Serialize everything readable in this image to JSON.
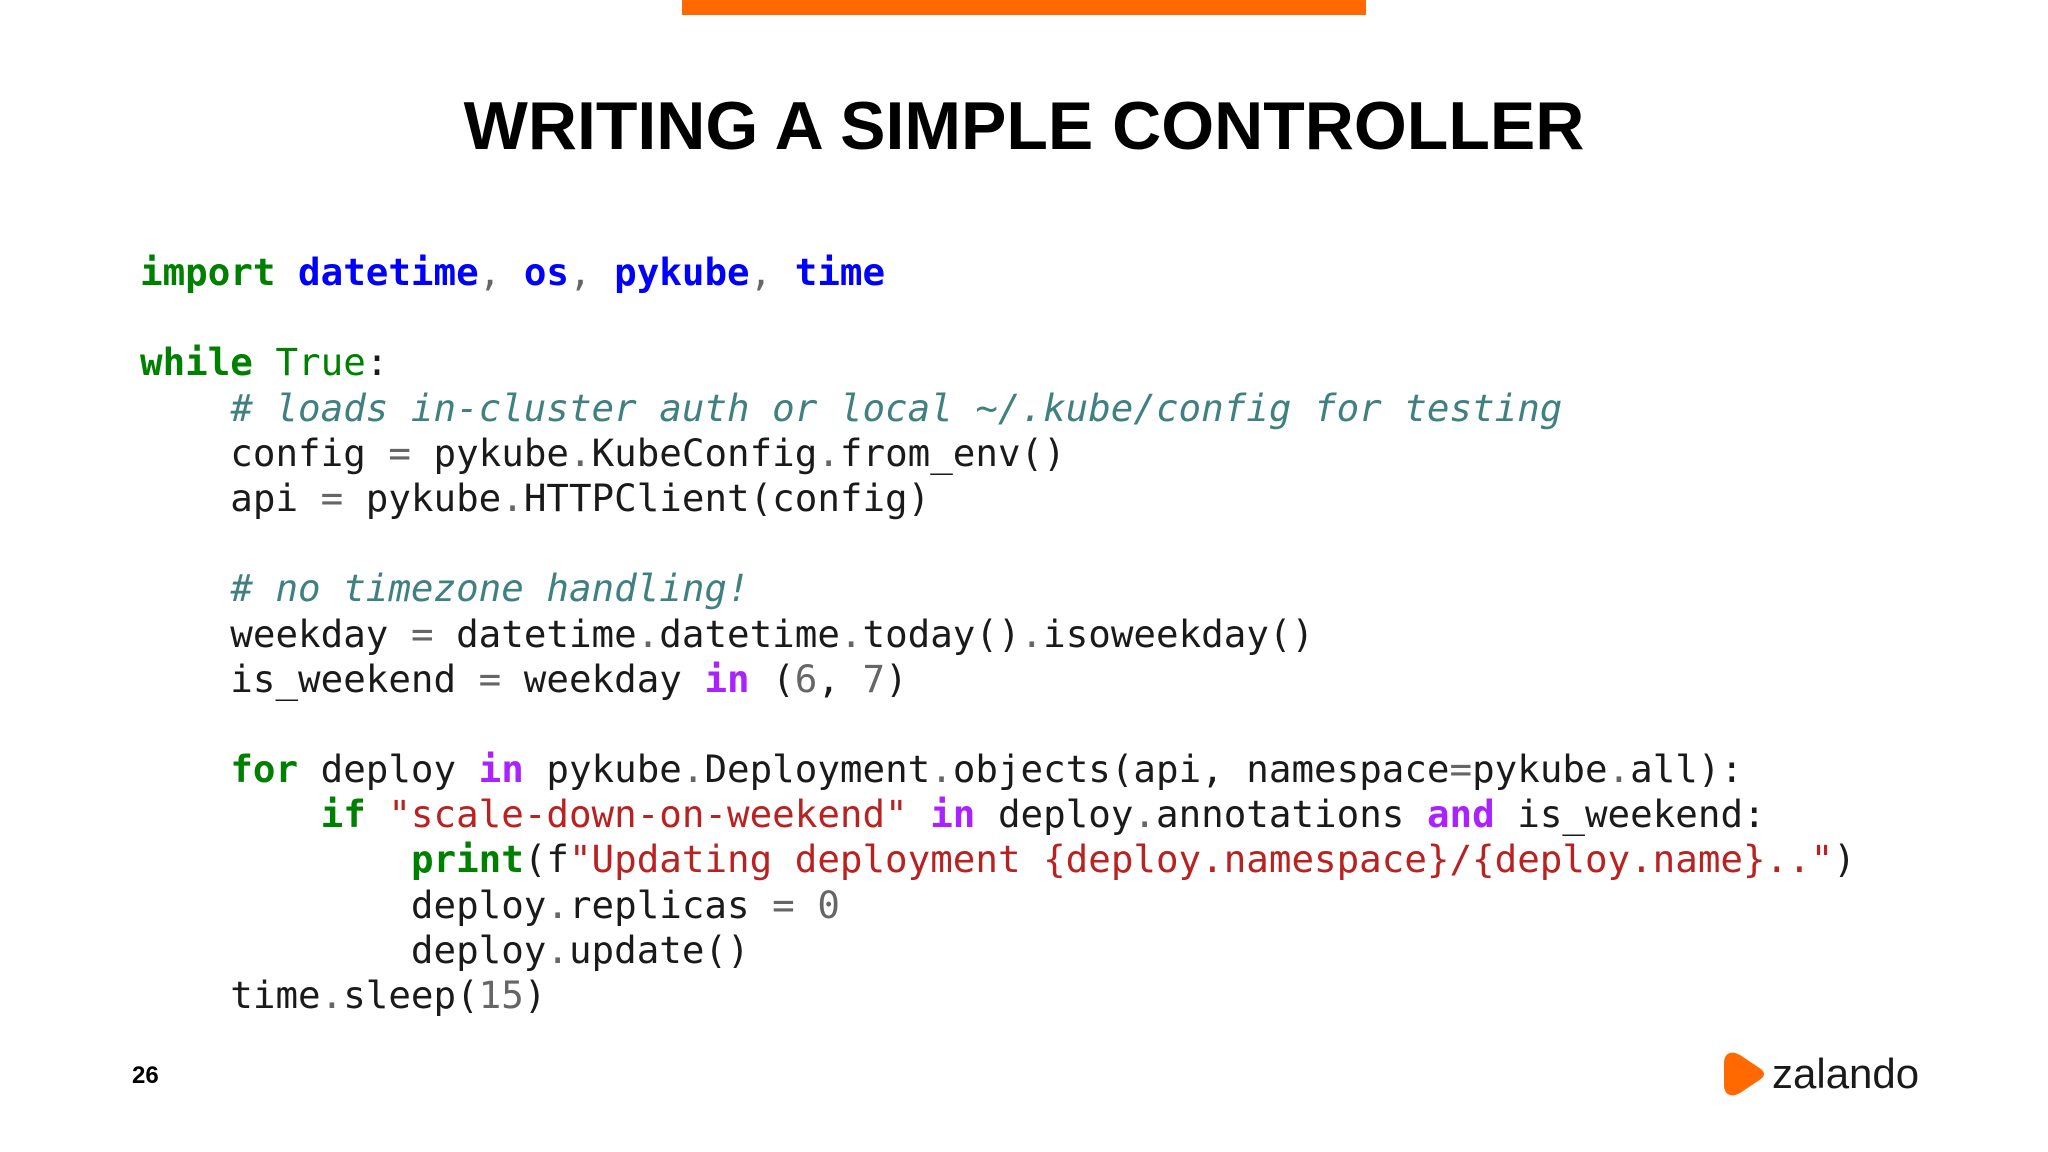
{
  "slide": {
    "title": "WRITING A SIMPLE CONTROLLER",
    "page_number": "26",
    "logo_text": "zalando",
    "accent_color": "#ff6900"
  },
  "code": {
    "language": "python",
    "lines": [
      [
        [
          "kw",
          "import"
        ],
        [
          "plain",
          " "
        ],
        [
          "mod",
          "datetime"
        ],
        [
          "op",
          ","
        ],
        [
          "plain",
          " "
        ],
        [
          "mod",
          "os"
        ],
        [
          "op",
          ","
        ],
        [
          "plain",
          " "
        ],
        [
          "mod",
          "pykube"
        ],
        [
          "op",
          ","
        ],
        [
          "plain",
          " "
        ],
        [
          "mod",
          "time"
        ]
      ],
      [],
      [
        [
          "kw",
          "while"
        ],
        [
          "plain",
          " "
        ],
        [
          "builtin",
          "True"
        ],
        [
          "plain",
          ":"
        ]
      ],
      [
        [
          "plain",
          "    "
        ],
        [
          "cmt",
          "# loads in-cluster auth or local ~/.kube/config for testing"
        ]
      ],
      [
        [
          "plain",
          "    config "
        ],
        [
          "op",
          "="
        ],
        [
          "plain",
          " pykube"
        ],
        [
          "op",
          "."
        ],
        [
          "plain",
          "KubeConfig"
        ],
        [
          "op",
          "."
        ],
        [
          "plain",
          "from_env()"
        ]
      ],
      [
        [
          "plain",
          "    api "
        ],
        [
          "op",
          "="
        ],
        [
          "plain",
          " pykube"
        ],
        [
          "op",
          "."
        ],
        [
          "plain",
          "HTTPClient(config)"
        ]
      ],
      [],
      [
        [
          "plain",
          "    "
        ],
        [
          "cmt",
          "# no timezone handling!"
        ]
      ],
      [
        [
          "plain",
          "    weekday "
        ],
        [
          "op",
          "="
        ],
        [
          "plain",
          " datetime"
        ],
        [
          "op",
          "."
        ],
        [
          "plain",
          "datetime"
        ],
        [
          "op",
          "."
        ],
        [
          "plain",
          "today()"
        ],
        [
          "op",
          "."
        ],
        [
          "plain",
          "isoweekday()"
        ]
      ],
      [
        [
          "plain",
          "    is_weekend "
        ],
        [
          "op",
          "="
        ],
        [
          "plain",
          " weekday "
        ],
        [
          "kwin",
          "in"
        ],
        [
          "plain",
          " ("
        ],
        [
          "num",
          "6"
        ],
        [
          "plain",
          ", "
        ],
        [
          "num",
          "7"
        ],
        [
          "plain",
          ")"
        ]
      ],
      [],
      [
        [
          "plain",
          "    "
        ],
        [
          "kw",
          "for"
        ],
        [
          "plain",
          " deploy "
        ],
        [
          "kwin",
          "in"
        ],
        [
          "plain",
          " pykube"
        ],
        [
          "op",
          "."
        ],
        [
          "plain",
          "Deployment"
        ],
        [
          "op",
          "."
        ],
        [
          "plain",
          "objects(api, namespace"
        ],
        [
          "op",
          "="
        ],
        [
          "plain",
          "pykube"
        ],
        [
          "op",
          "."
        ],
        [
          "plain",
          "all):"
        ]
      ],
      [
        [
          "plain",
          "        "
        ],
        [
          "kw",
          "if"
        ],
        [
          "plain",
          " "
        ],
        [
          "str",
          "\"scale-down-on-weekend\""
        ],
        [
          "plain",
          " "
        ],
        [
          "kwin",
          "in"
        ],
        [
          "plain",
          " deploy"
        ],
        [
          "op",
          "."
        ],
        [
          "plain",
          "annotations "
        ],
        [
          "kwin",
          "and"
        ],
        [
          "plain",
          " is_weekend:"
        ]
      ],
      [
        [
          "plain",
          "            "
        ],
        [
          "kw",
          "print"
        ],
        [
          "plain",
          "(f"
        ],
        [
          "str",
          "\"Updating deployment {deploy.namespace}/{deploy.name}..\""
        ],
        [
          "plain",
          ")"
        ]
      ],
      [
        [
          "plain",
          "            deploy"
        ],
        [
          "op",
          "."
        ],
        [
          "plain",
          "replicas "
        ],
        [
          "op",
          "="
        ],
        [
          "plain",
          " "
        ],
        [
          "num",
          "0"
        ]
      ],
      [
        [
          "plain",
          "            deploy"
        ],
        [
          "op",
          "."
        ],
        [
          "plain",
          "update()"
        ]
      ],
      [
        [
          "plain",
          "    time"
        ],
        [
          "op",
          "."
        ],
        [
          "plain",
          "sleep("
        ],
        [
          "num",
          "15"
        ],
        [
          "plain",
          ")"
        ]
      ]
    ]
  }
}
